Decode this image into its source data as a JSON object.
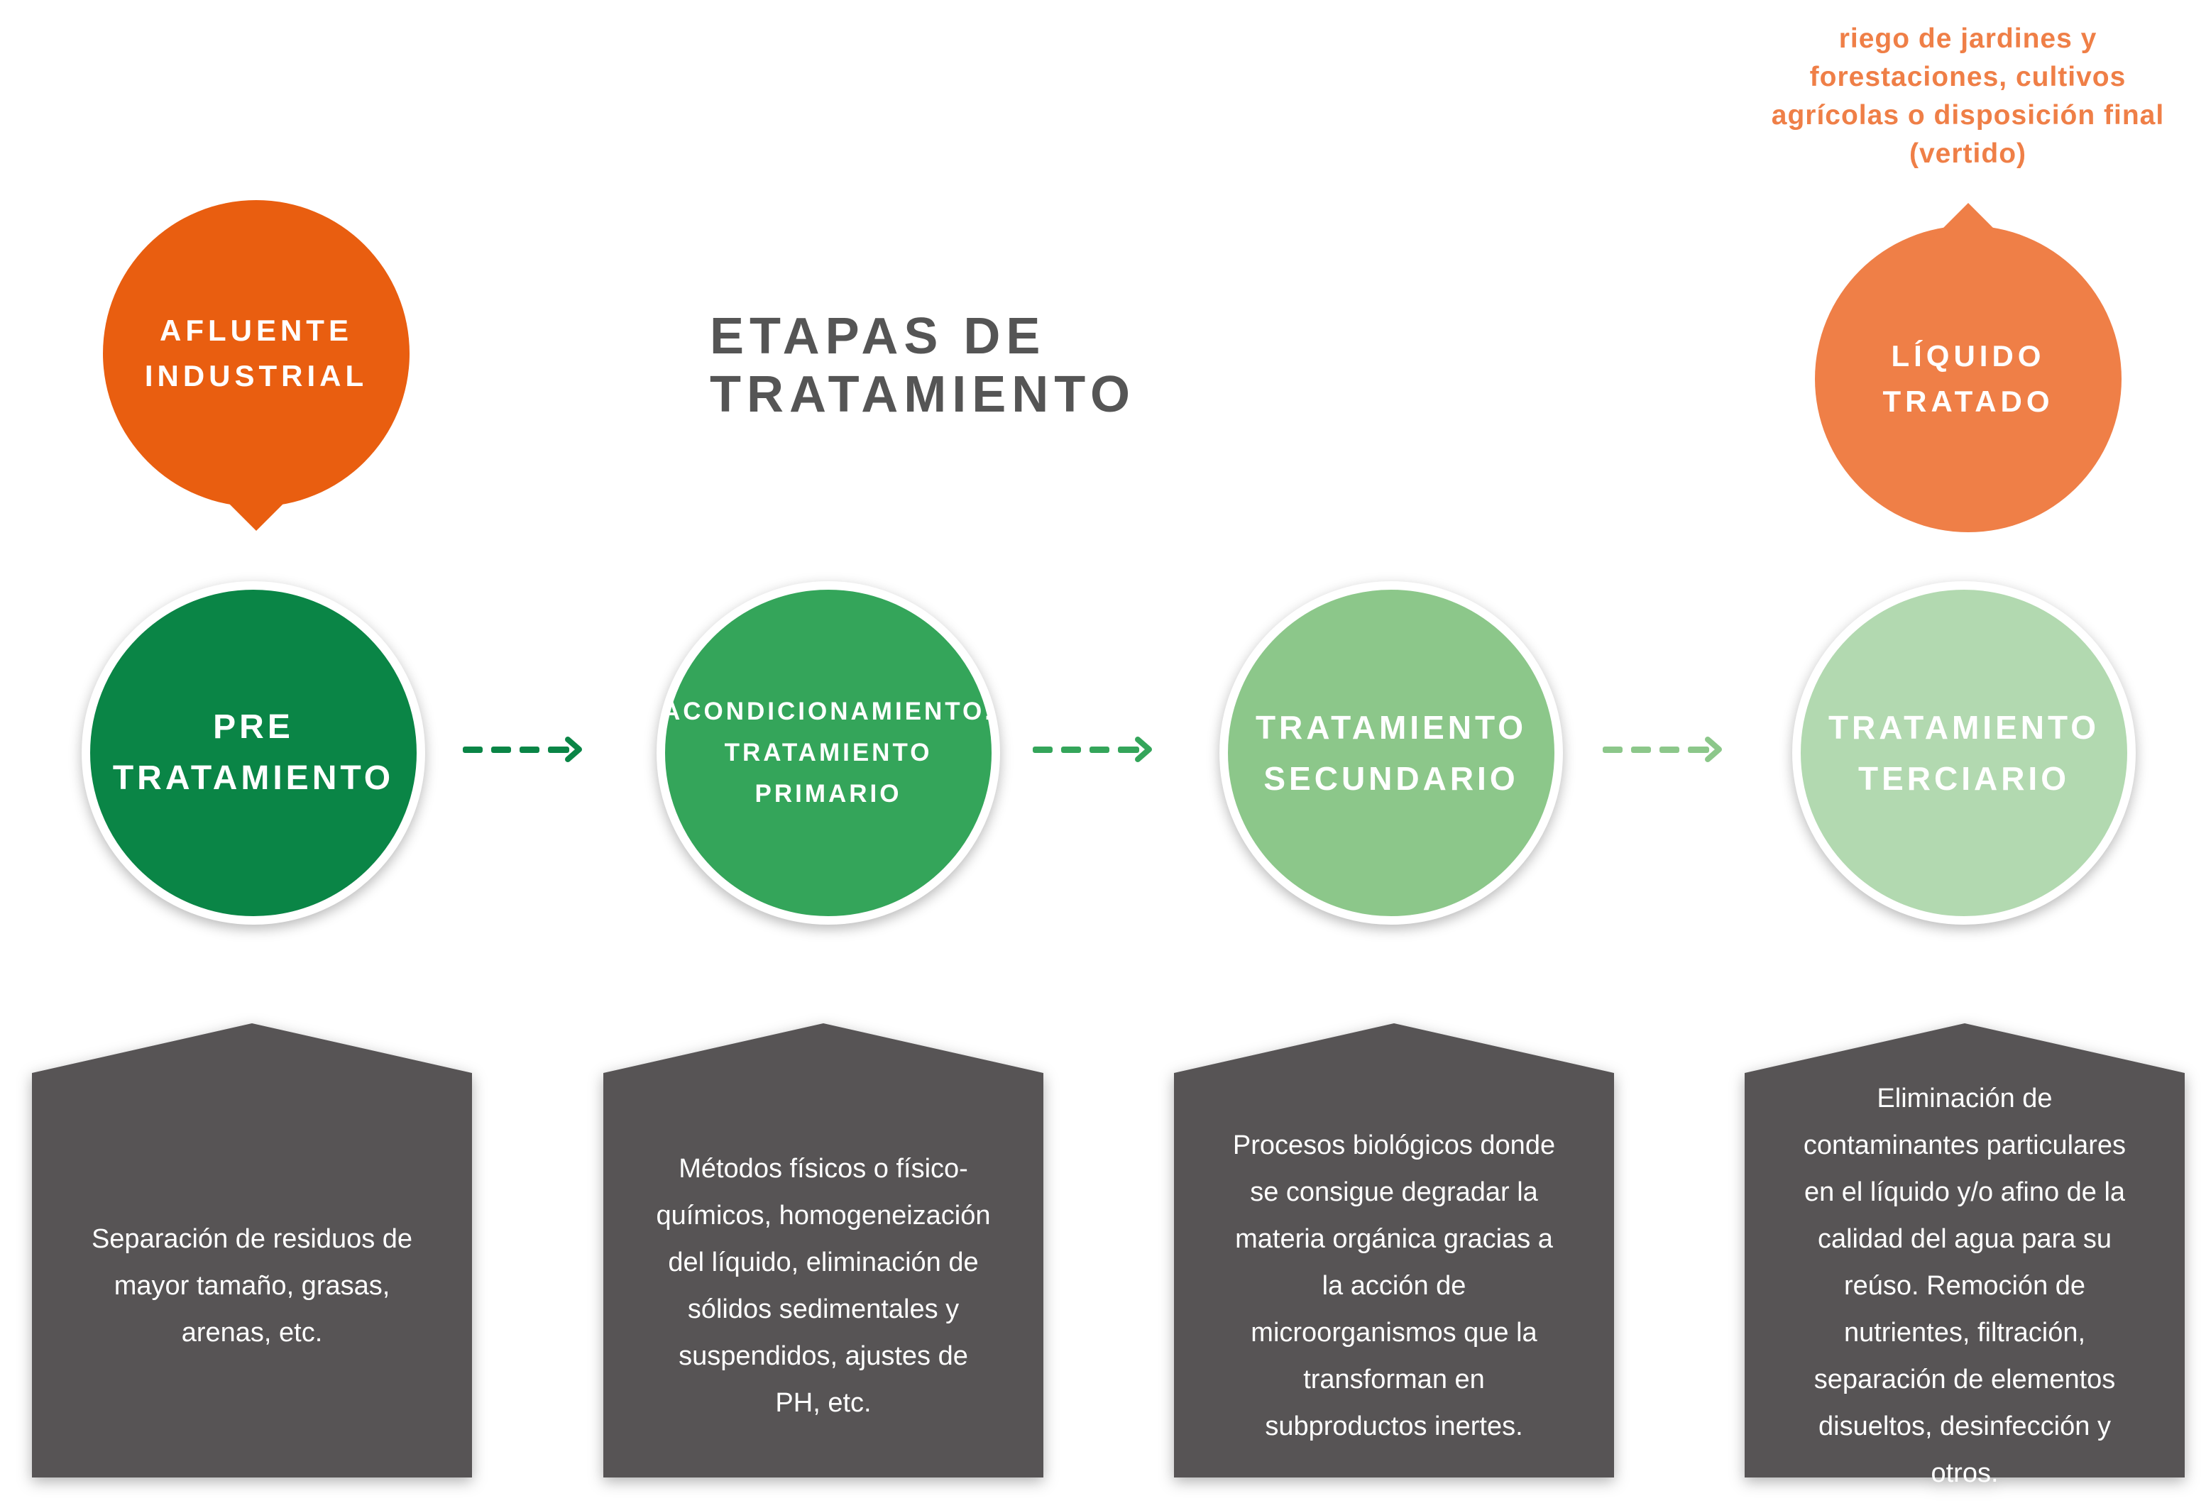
{
  "title": "ETAPAS DE TRATAMIENTO",
  "inputs": {
    "afluente": "AFLUENTE\nINDUSTRIAL",
    "liquido": "LÍQUIDO\nTRATADO",
    "destination_note": "riego de jardines y forestaciones, cultivos agrícolas o disposición final (vertido)"
  },
  "stages": [
    {
      "label": "PRE\nTRATAMIENTO",
      "color": "#0A8546"
    },
    {
      "label": "ACONDICIONAMIENTO.\nTRATAMIENTO\nPRIMARIO",
      "color": "#34A55A"
    },
    {
      "label": "TRATAMIENTO\nSECUNDARIO",
      "color": "#8CC78A"
    },
    {
      "label": "TRATAMIENTO\nTERCIARIO",
      "color": "#B2D9B0"
    }
  ],
  "descriptions": [
    "Separación de residuos de mayor tamaño, grasas, arenas, etc.",
    "Métodos físicos o físico-químicos, homogeneización del líquido, eliminación de sólidos sedimentales y suspendidos, ajustes de PH, etc.",
    "Procesos biológicos donde se consigue degradar la materia orgánica gracias a la acción de microorganismos que la transforman en subproductos inertes.",
    "Eliminación de contaminantes particulares en el líquido y/o afino de la calidad del agua para su reúso. Remoción de nutrientes, filtración, separación de elementos disueltos, desinfección y otros."
  ],
  "colors": {
    "orange_dark": "#E95E10",
    "orange_light": "#EF7F47",
    "box_gray": "#575455",
    "title_gray": "#555555",
    "arrow_1": "#0A8546",
    "arrow_2": "#34A55A",
    "arrow_3": "#8CC78A"
  }
}
